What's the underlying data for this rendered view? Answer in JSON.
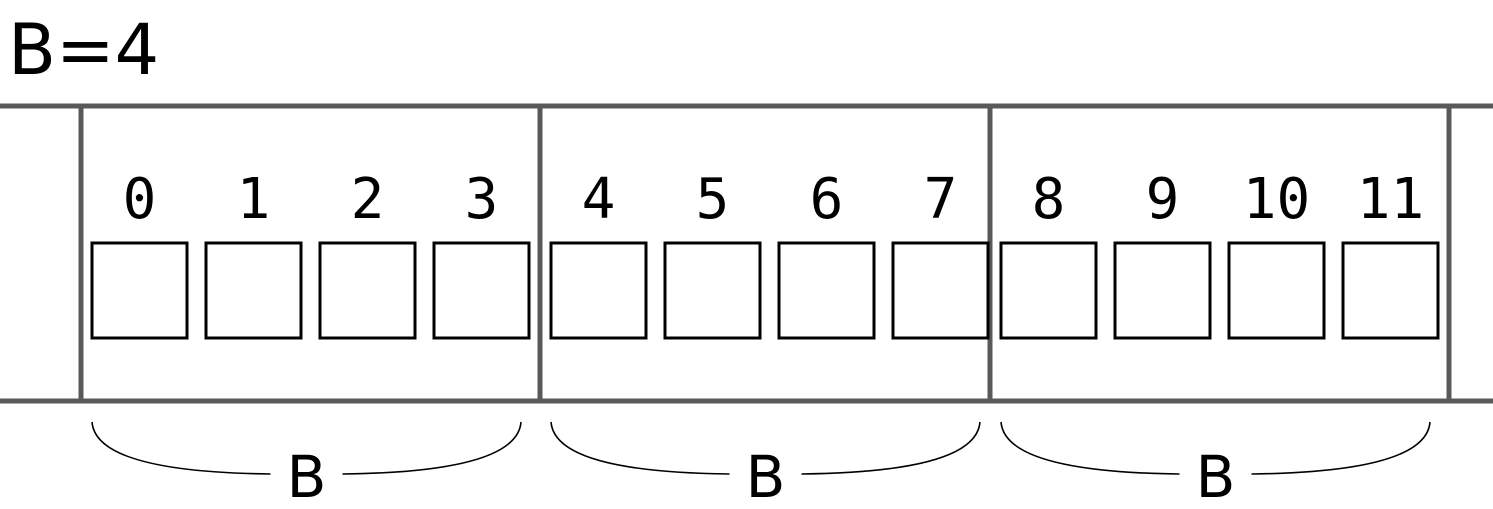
{
  "title": "B=4",
  "blocks": [
    {
      "label": "B",
      "indices": [
        "0",
        "1",
        "2",
        "3"
      ]
    },
    {
      "label": "B",
      "indices": [
        "4",
        "5",
        "6",
        "7"
      ]
    },
    {
      "label": "B",
      "indices": [
        "8",
        "9",
        "10",
        "11"
      ]
    }
  ],
  "colors": {
    "frame": "#595959",
    "cell_stroke": "#000000",
    "text": "#000000",
    "background": "#ffffff"
  }
}
